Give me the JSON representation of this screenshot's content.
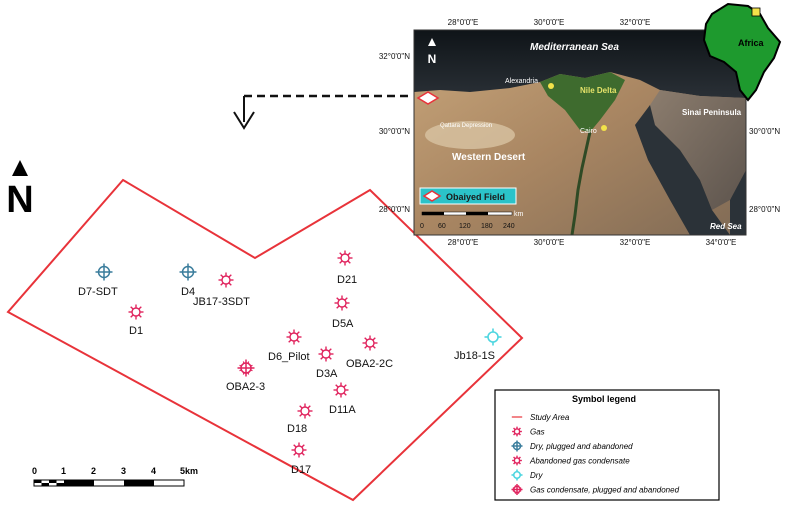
{
  "colors": {
    "study_area": "#e8333a",
    "gas": "#e0245e",
    "dry_plugged": "#3a7d9c",
    "abandoned_gas_condensate": "#e0245e",
    "dry": "#4fd6e0",
    "gas_condensate_plugged": "#e0245e",
    "africa": "#1e9a2e",
    "inset_field_box": "#2bc3c9"
  },
  "north_label": "N",
  "wells": [
    {
      "name": "D7-SDT",
      "symbol": "dry_plugged"
    },
    {
      "name": "D4",
      "symbol": "dry_plugged"
    },
    {
      "name": "JB17-3SDT",
      "symbol": "gas"
    },
    {
      "name": "D1",
      "symbol": "gas"
    },
    {
      "name": "D21",
      "symbol": "gas"
    },
    {
      "name": "D5A",
      "symbol": "gas"
    },
    {
      "name": "D6_Pilot",
      "symbol": "gas"
    },
    {
      "name": "D3A",
      "symbol": "gas"
    },
    {
      "name": "OBA2-2C",
      "symbol": "gas"
    },
    {
      "name": "OBA2-3",
      "symbol": "gas_condensate_plugged"
    },
    {
      "name": "D11A",
      "symbol": "gas"
    },
    {
      "name": "D18",
      "symbol": "gas"
    },
    {
      "name": "D17",
      "symbol": "gas"
    },
    {
      "name": "Jb18-1S",
      "symbol": "dry"
    }
  ],
  "legend": {
    "title": "Symbol legend",
    "items": [
      {
        "symbol": "study_area",
        "label": "Study Area"
      },
      {
        "symbol": "gas",
        "label": "Gas"
      },
      {
        "symbol": "dry_plugged",
        "label": "Dry, plugged and abandoned"
      },
      {
        "symbol": "abandoned_gas_condensate",
        "label": "Abandoned gas condensate"
      },
      {
        "symbol": "dry",
        "label": "Dry"
      },
      {
        "symbol": "gas_condensate_plugged",
        "label": "Gas condensate, plugged and abandoned"
      }
    ]
  },
  "scalebar": {
    "ticks": [
      "0",
      "1",
      "2",
      "3",
      "4"
    ],
    "last": "5km"
  },
  "inset": {
    "top_coords": [
      "28°0'0\"E",
      "30°0'0\"E",
      "32°0'0\"E"
    ],
    "bottom_coords": [
      "28°0'0\"E",
      "30°0'0\"E",
      "32°0'0\"E",
      "34°0'0\"E"
    ],
    "left_coords": [
      "32°0'0\"N",
      "30°0'0\"N",
      "28°0'0\"N"
    ],
    "right_coords": [
      "30°0'0\"N",
      "28°0'0\"N"
    ],
    "places": {
      "sea": "Mediterranean Sea",
      "alexandria": "Alexandria",
      "delta": "Nile Delta",
      "sinai": "Sinai Peninsula",
      "cairo": "Cairo",
      "qattara": "Qattara Depression",
      "western_desert": "Western Desert",
      "red_sea": "Red Sea"
    },
    "field_legend": "Obaiyed Field",
    "scale_ticks": [
      "0",
      "60",
      "120",
      "180",
      "240"
    ],
    "scale_unit": "km",
    "north_label": "N"
  },
  "africa_label": "Africa"
}
